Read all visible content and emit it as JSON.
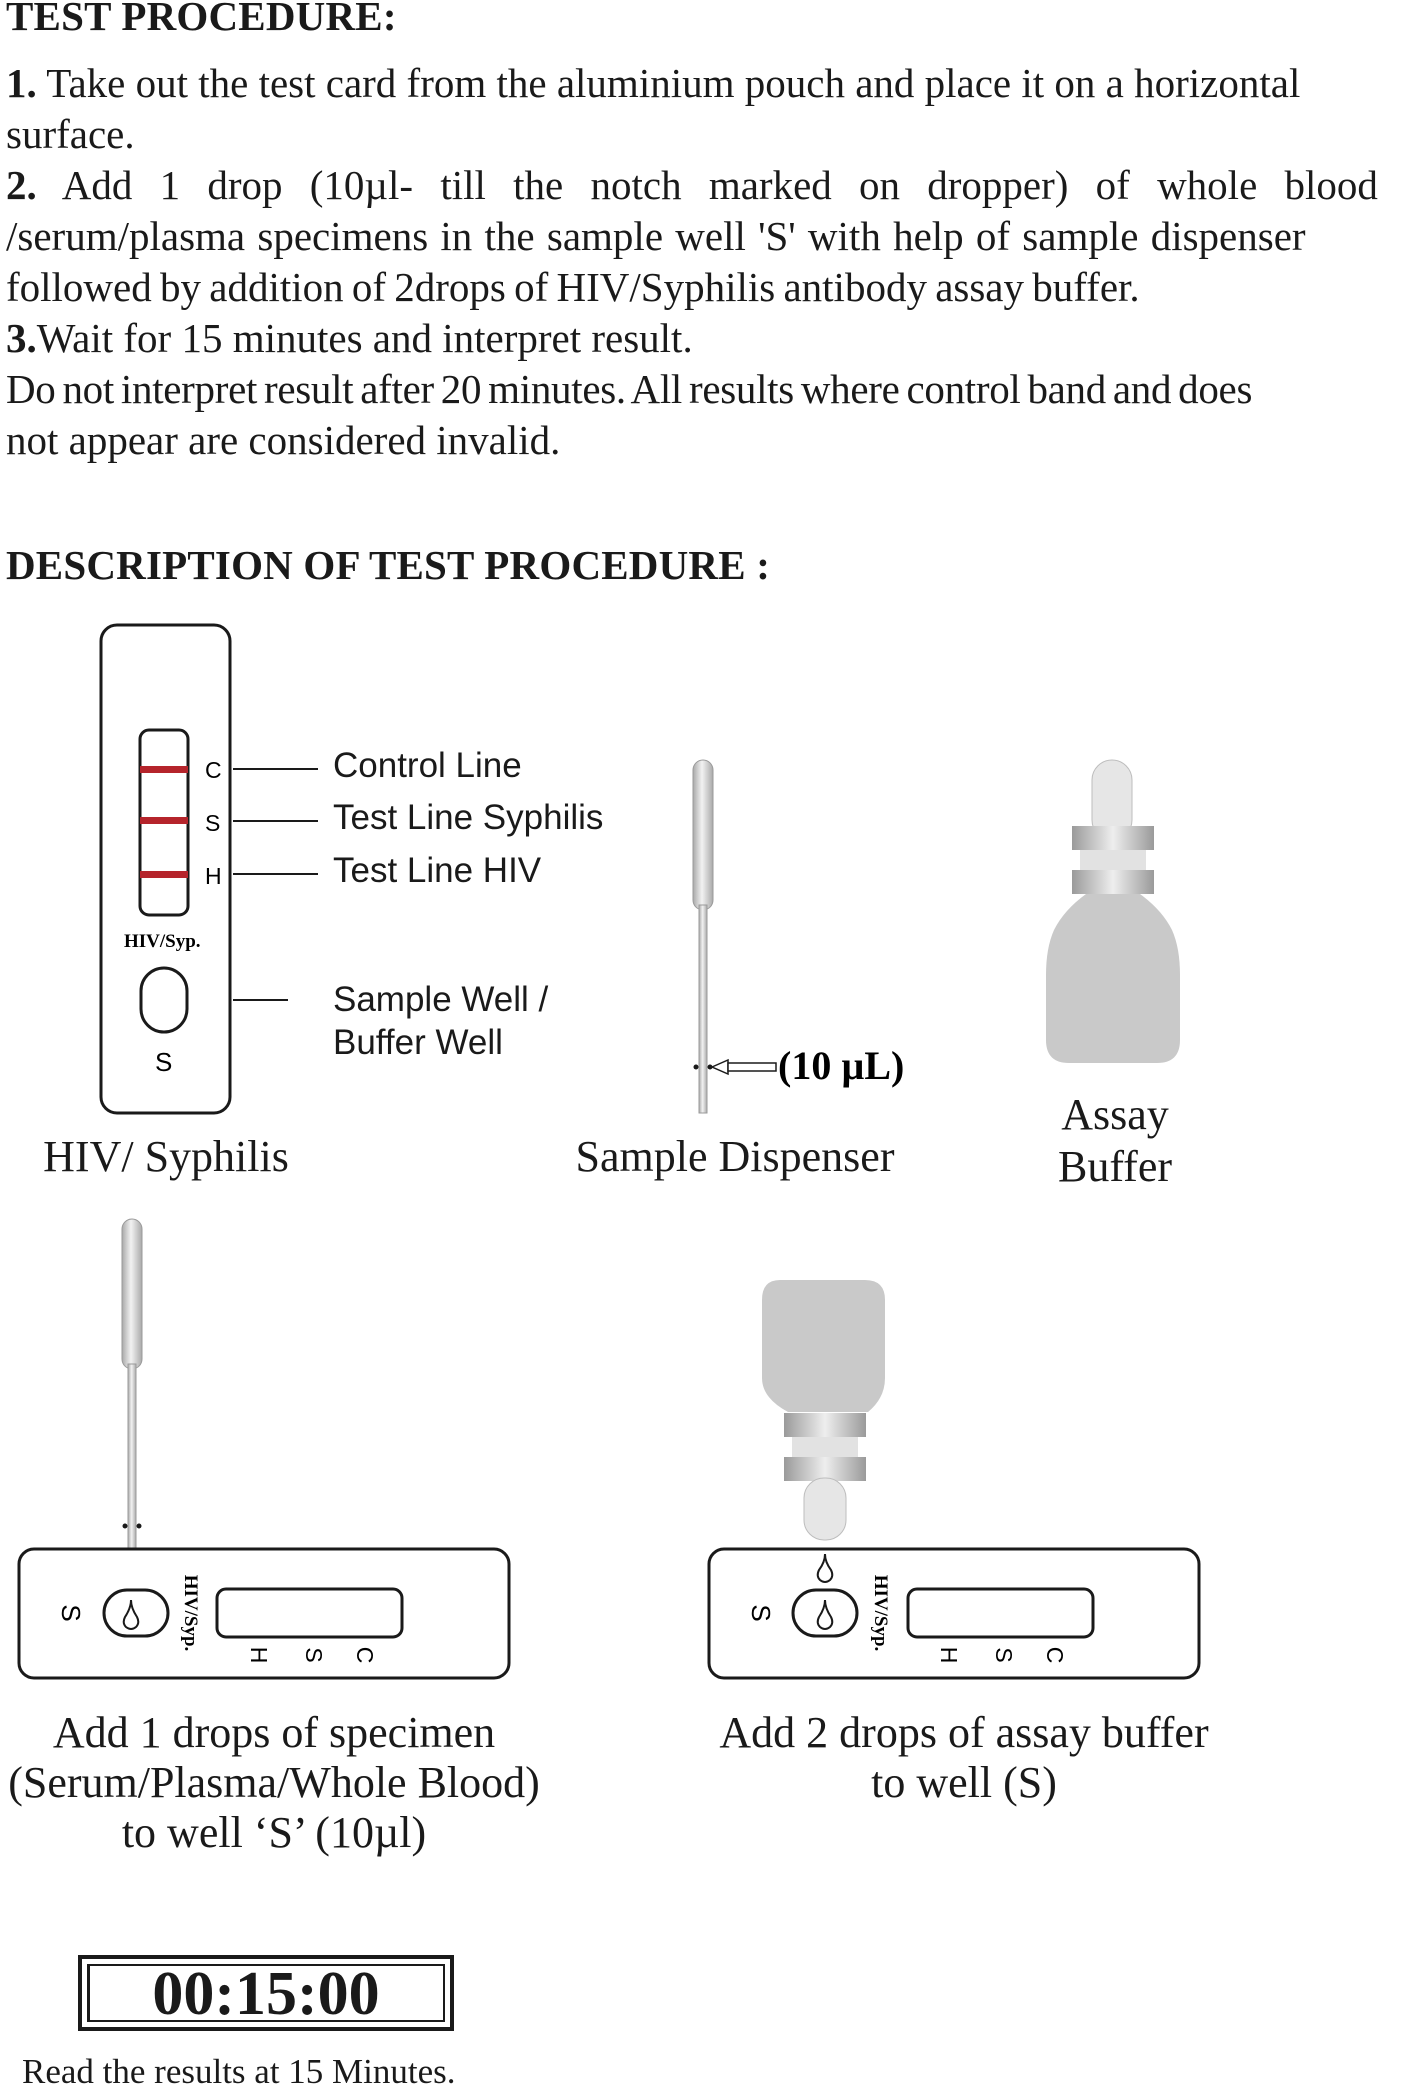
{
  "procedure": {
    "title": "TEST PROCEDURE:",
    "step1_num": "1.",
    "step1_line1": "Take out the test card from the aluminium pouch and place it on a horizontal",
    "step1_line2": "surface.",
    "step2_num": "2.",
    "step2_line1": "Add 1 drop (10µl- till the notch marked on dropper) of whole blood",
    "step2_line2": "/serum/plasma specimens in the sample well 'S' with help of sample dispenser",
    "step2_line3": "followed by addition of 2drops of HIV/Syphilis antibody assay buffer.",
    "step3_num": "3.",
    "step3_line1": "Wait for 15 minutes and interpret result.",
    "note_line1": "Do not interpret result after 20 minutes. All results where control band and does",
    "note_line2": "not appear are considered invalid."
  },
  "description": {
    "title": "DESCRIPTION OF  TEST PROCEDURE :"
  },
  "card": {
    "band_c": "C",
    "band_s": "S",
    "band_h": "H",
    "brand": "HIV/Syp.",
    "well_label": "S",
    "label_control": "Control Line",
    "label_syphilis": "Test Line Syphilis",
    "label_hiv": "Test Line HIV",
    "label_well_1": "Sample Well /",
    "label_well_2": "Buffer Well",
    "caption": "HIV/ Syphilis",
    "band_color": "#b5242b"
  },
  "dispenser": {
    "volume": "(10 µL)",
    "caption": "Sample Dispenser"
  },
  "buffer": {
    "caption_1": "Assay",
    "caption_2": "Buffer"
  },
  "step_specimen": {
    "well_label": "S",
    "brand": "HIV/Syp.",
    "band_h": "H",
    "band_s": "S",
    "band_c": "C",
    "caption_1": "Add 1 drops of specimen",
    "caption_2": "(Serum/Plasma/Whole Blood)",
    "caption_3": "to well ‘S’ (10µl)"
  },
  "step_buffer": {
    "well_label": "S",
    "brand": "HIV/Syp.",
    "band_h": "H",
    "band_s": "S",
    "band_c": "C",
    "caption_1": "Add 2 drops of assay buffer",
    "caption_2": "to well (S)"
  },
  "timer": {
    "display": "00:15:00",
    "caption": "Read the results at 15 Minutes."
  }
}
